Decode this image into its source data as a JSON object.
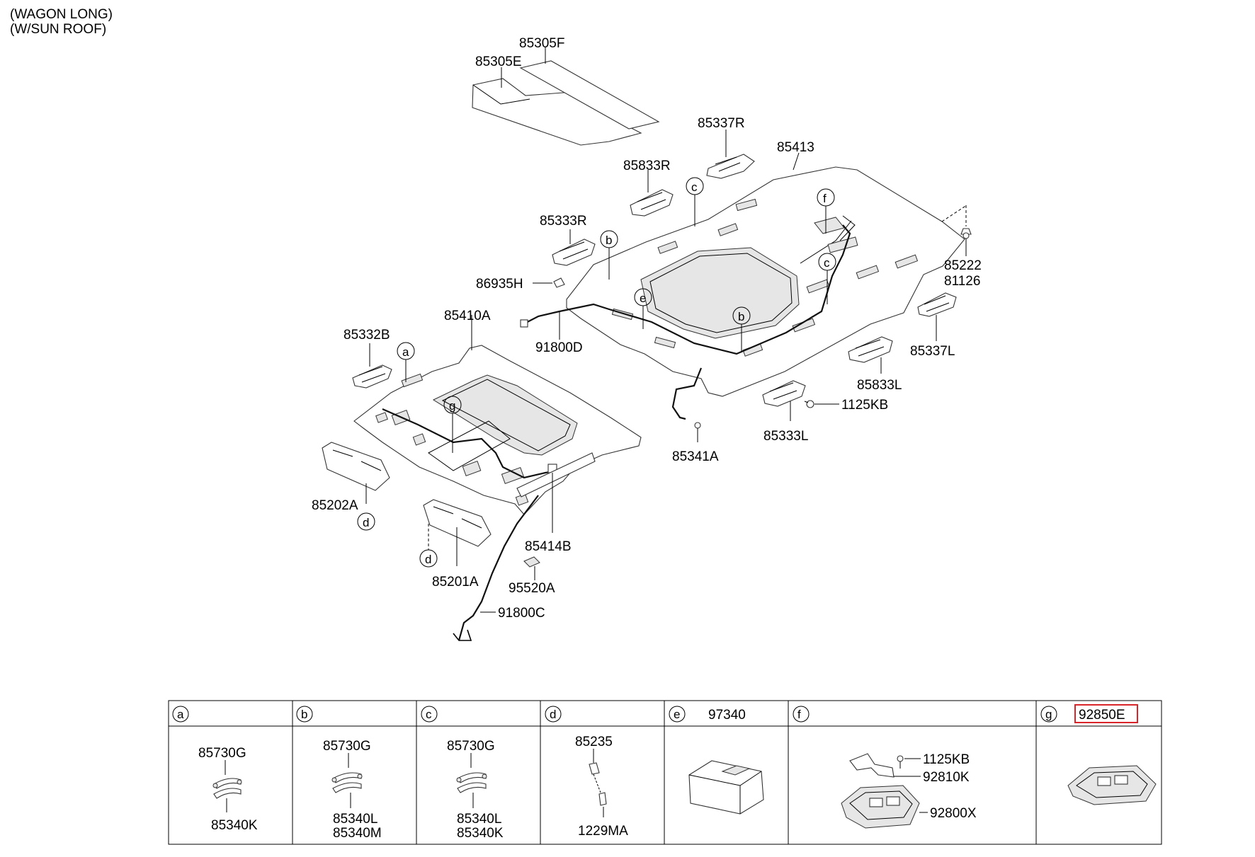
{
  "header": {
    "line1": "(WAGON LONG)",
    "line2": "(W/SUN ROOF)"
  },
  "callouts": {
    "c85305F": "85305F",
    "c85305E": "85305E",
    "c85337R": "85337R",
    "c85413": "85413",
    "c85833R": "85833R",
    "c85333R": "85333R",
    "c86935H": "86935H",
    "c85222": "85222",
    "c81126": "81126",
    "c85410A": "85410A",
    "c91800D": "91800D",
    "c85332B": "85332B",
    "c85337L": "85337L",
    "c85833L": "85833L",
    "c1125KB": "1125KB",
    "c85333L": "85333L",
    "c85341A": "85341A",
    "c85202A": "85202A",
    "c85414B": "85414B",
    "c95520A": "95520A",
    "c85201A": "85201A",
    "c91800C": "91800C"
  },
  "circle_refs": [
    "a",
    "b",
    "c",
    "d",
    "e",
    "f",
    "g"
  ],
  "table": {
    "a": {
      "parts": [
        "85730G",
        "85340K"
      ]
    },
    "b": {
      "parts": [
        "85730G",
        "85340L",
        "85340M"
      ]
    },
    "c": {
      "parts": [
        "85730G",
        "85340L",
        "85340K"
      ]
    },
    "d": {
      "parts": [
        "85235",
        "1229MA"
      ]
    },
    "e": {
      "header_part": "97340"
    },
    "f": {
      "parts": [
        "1125KB",
        "92810K",
        "92800X"
      ]
    },
    "g": {
      "header_part": "92850E"
    }
  },
  "colors": {
    "highlight_box": "#d9252a",
    "lines": "#000000"
  }
}
